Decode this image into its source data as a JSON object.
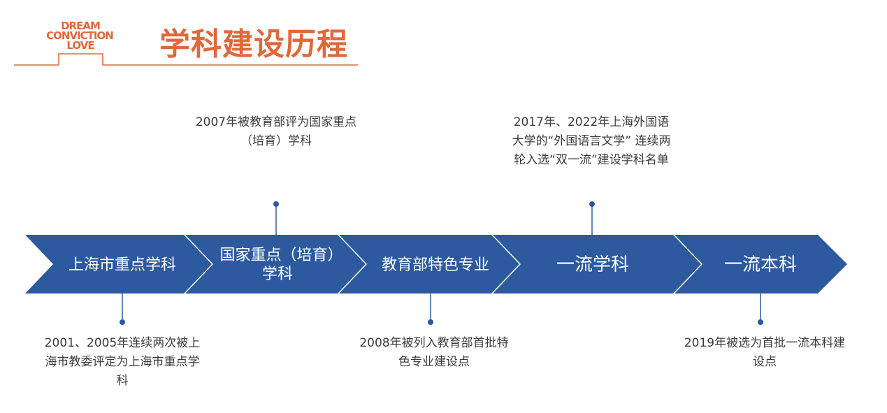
{
  "header": {
    "logo_lines": [
      "DREAM",
      "CONVICTION",
      "LOVE"
    ],
    "title": "学科建设历程"
  },
  "colors": {
    "accent": "#e2673b",
    "chevron": "#2d5a9e",
    "connector": "#2d5a9e",
    "text": "#3b3b3b"
  },
  "timeline": {
    "stages": [
      {
        "label": "上海市重点学科",
        "note": "2001、2005年连续两次被上海市教委评定为上海市重点学科",
        "note_position": "below"
      },
      {
        "label": "国家重点（培育）学科",
        "note": "2007年被教育部评为国家重点（培育）学科",
        "note_position": "above"
      },
      {
        "label": "教育部特色专业",
        "note": "2008年被列入教育部首批特色专业建设点",
        "note_position": "below"
      },
      {
        "label": "一流学科",
        "note": "2017年、2022年上海外国语大学的“外国语言文学” 连续两轮入选“双一流”建设学科名单",
        "note_position": "above"
      },
      {
        "label": "一流本科",
        "note": "2019年被选为首批一流本科建设点",
        "note_position": "below"
      }
    ]
  }
}
